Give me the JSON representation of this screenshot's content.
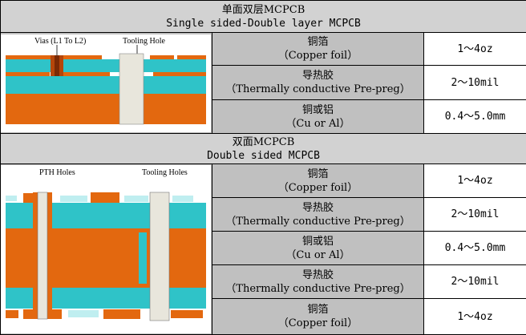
{
  "section_single": {
    "title_cn": "单面双层MCPCB",
    "title_en": "Single sided-Double layer MCPCB",
    "diagram_labels": {
      "vias": "Vias (L1 To L2)",
      "tooling": "Tooling Hole"
    },
    "rows": [
      {
        "name_cn": "铜箔",
        "name_en": "（Copper foil）",
        "value": "1～4oz"
      },
      {
        "name_cn": "导热胶",
        "name_en": "（Thermally conductive Pre-preg）",
        "value": "2～10mil"
      },
      {
        "name_cn": "铜或铝",
        "name_en": "（Cu or Al）",
        "value": "0.4～5.0mm"
      }
    ]
  },
  "section_double": {
    "title_cn": "双面MCPCB",
    "title_en": "Double sided MCPCB",
    "diagram_labels": {
      "pth": "PTH Holes",
      "tooling": "Tooling Holes"
    },
    "rows": [
      {
        "name_cn": "铜箔",
        "name_en": "（Copper foil）",
        "value": "1～4oz"
      },
      {
        "name_cn": "导热胶",
        "name_en": "（Thermally conductive Pre-preg）",
        "value": "2～10mil"
      },
      {
        "name_cn": "铜或铝",
        "name_en": "（Cu or Al）",
        "value": "0.4～5.0mm"
      },
      {
        "name_cn": "导热胶",
        "name_en": "（Thermally conductive Pre-preg）",
        "value": "2～10mil"
      },
      {
        "name_cn": "铜箔",
        "name_en": "（Copper foil）",
        "value": "1～4oz"
      }
    ]
  },
  "colors": {
    "copper": "#e3680f",
    "dielectric": "#2fc3c8",
    "hole": "#e8e6dc",
    "header_bg": "#c0c0c0"
  }
}
